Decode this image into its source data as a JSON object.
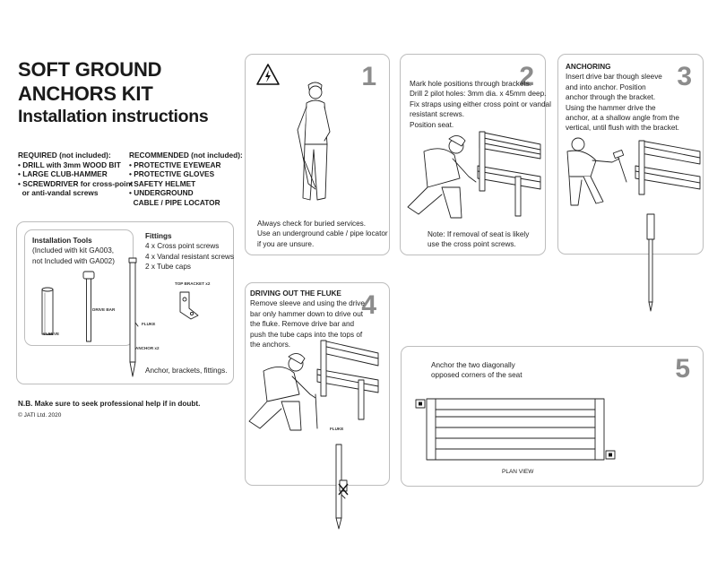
{
  "title": {
    "line1": "SOFT GROUND",
    "line2": "ANCHORS KIT",
    "line3": "Installation instructions"
  },
  "required": {
    "heading": "REQUIRED (not included):",
    "items": [
      "• DRILL with 3mm WOOD BIT",
      "• LARGE CLUB-HAMMER",
      "• SCREWDRIVER for cross-point",
      "  or anti-vandal screws"
    ]
  },
  "recommended": {
    "heading": "RECOMMENDED (not included):",
    "items": [
      "• PROTECTIVE EYEWEAR",
      "• PROTECTIVE GLOVES",
      "• SAFETY HELMET",
      "• UNDERGROUND",
      "  CABLE / PIPE LOCATOR"
    ]
  },
  "kit": {
    "tools_heading": "Installation Tools",
    "tools_note": [
      "(Included with kit GA003,",
      "not Included with GA002)"
    ],
    "sleeve_label": "SLEEVE",
    "drive_bar_label": "DRIVE BAR",
    "fittings_heading": "Fittings",
    "fittings_items": [
      "4 x Cross point screws",
      "4 x Vandal  resistant screws",
      "2 x Tube caps"
    ],
    "top_bracket_label": "TOP BRACKET x2",
    "fluke_label": "FLUKE",
    "anchor_label": "ANCHOR x2",
    "caption": "Anchor, brackets, fittings."
  },
  "nb": "N.B. Make sure to seek professional help if in doubt.",
  "copyright": "© JATI Ltd. 2020",
  "steps": [
    {
      "number": "1",
      "text": [
        "Always check for buried services.",
        "Use an underground cable / pipe locator",
        "if you are unsure."
      ]
    },
    {
      "number": "2",
      "text": [
        "Mark hole positions through brackets.",
        "Drill 2 pilot holes: 3mm dia. x 45mm deep.",
        "Fix straps using either cross point or vandal",
        "resistant screws.",
        "Position seat."
      ],
      "note": [
        "Note: If removal of seat is likely",
        "use the cross point screws."
      ]
    },
    {
      "number": "3",
      "heading": "ANCHORING",
      "text": [
        "Insert drive bar though sleeve",
        "and into anchor. Position",
        "anchor through the bracket.",
        "Using the hammer drive the",
        "anchor, at a shallow angle from the",
        "vertical, until flush with the bracket."
      ]
    },
    {
      "number": "4",
      "heading": "DRIVING OUT THE FLUKE",
      "text": [
        "Remove sleeve and using the drive",
        "bar only hammer down to drive out",
        "the fluke. Remove drive bar and",
        "push the tube caps into the tops of",
        "the anchors."
      ],
      "fluke_label": "FLUKE"
    },
    {
      "number": "5",
      "text": [
        "Anchor the two diagonally",
        "opposed corners of the seat"
      ],
      "caption": "PLAN VIEW"
    }
  ],
  "icons": {
    "hazard": "high-voltage-warning-icon"
  }
}
